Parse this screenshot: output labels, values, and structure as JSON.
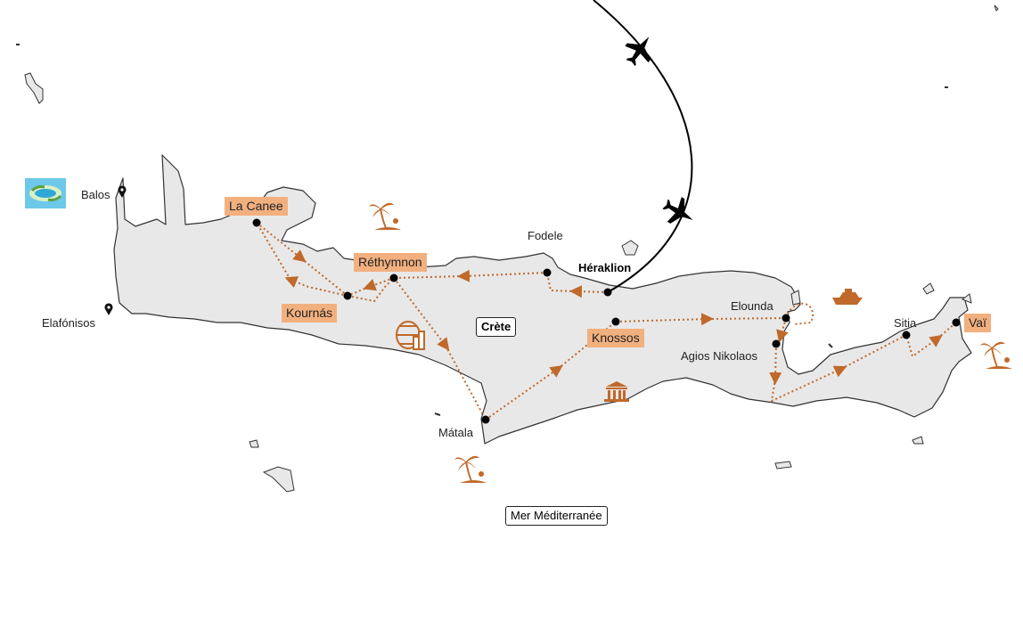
{
  "places": {
    "la_canee": "La Canee",
    "rethymnon": "Réthymnon",
    "kournas": "Kournás",
    "knossos": "Knossos",
    "vai": "Vaï",
    "balos": "Balos",
    "elafonisos": "Elafónisos",
    "fodele": "Fodele",
    "heraklion": "Héraklion",
    "elounda": "Elounda",
    "agios_nikolaos": "Agios Nikolaos",
    "sitia": "Sitia",
    "matala": "Mátala"
  },
  "regions": {
    "island": "Crète",
    "sea": "Mer Méditerranée"
  },
  "colors": {
    "land": "#e8e8e8",
    "coast": "#333333",
    "route": "#c0692a",
    "label_bg": "#f2b07f",
    "flight": "#000000"
  },
  "icons": [
    "airplane-icon",
    "palm-beach-icon",
    "lagoon-icon",
    "wine-cellar-icon",
    "temple-icon",
    "boat-icon",
    "map-pin-icon"
  ]
}
